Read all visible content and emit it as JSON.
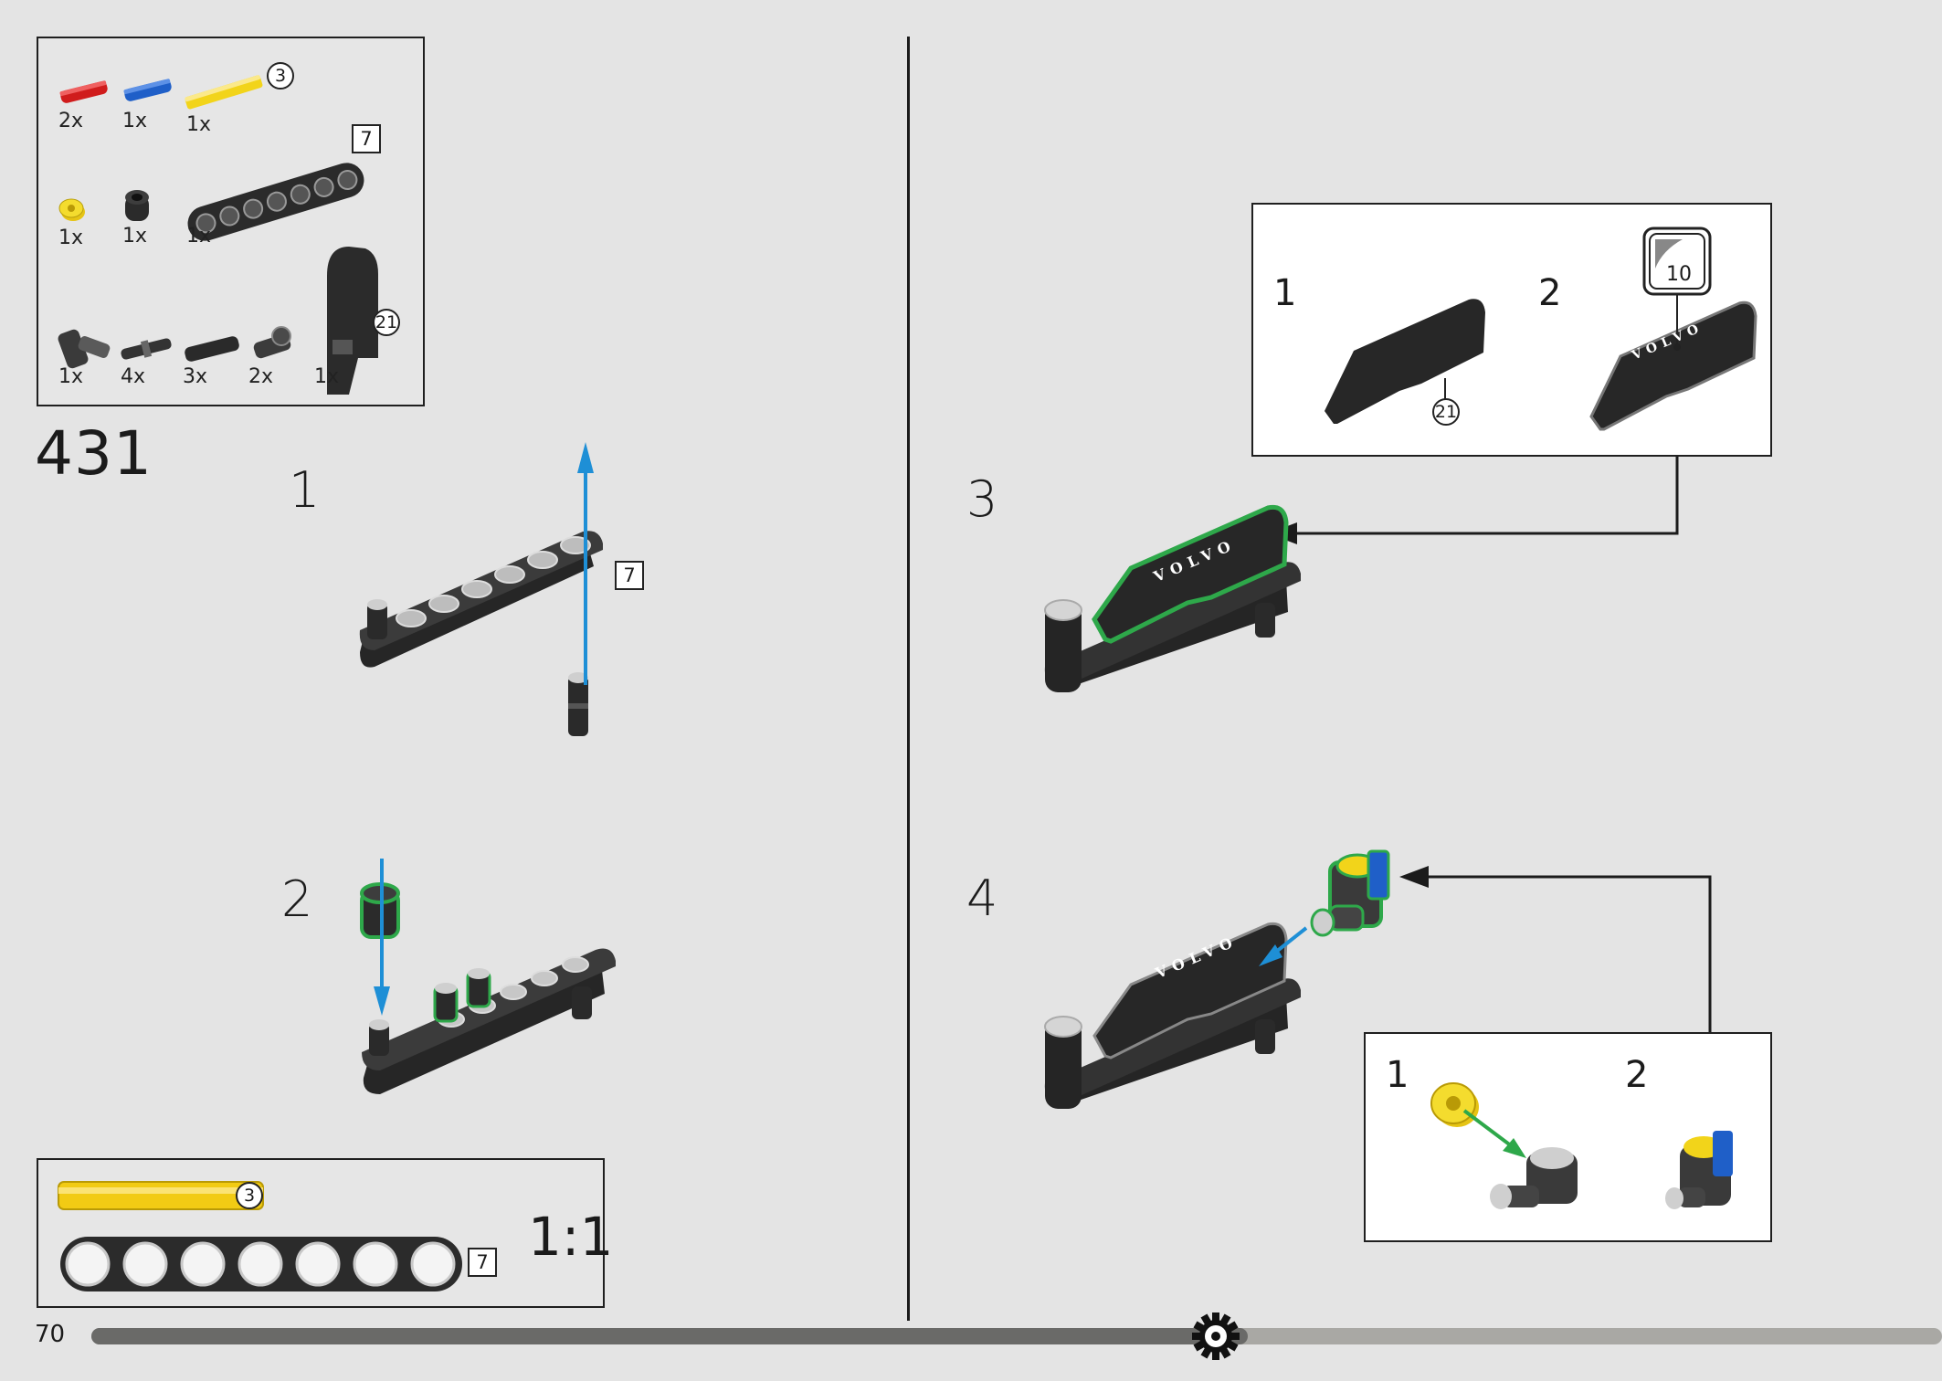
{
  "page": {
    "page_number": "70",
    "progress": 0.625,
    "colors": {
      "background": "#e4e4e4",
      "beam": "#2b2b2b",
      "highlight": "#2ea84a",
      "arrow_blue": "#1e8fd6",
      "progress_dark": "#6a6a68",
      "progress_light": "#a9a8a4"
    }
  },
  "parts_list": {
    "items": [
      {
        "qty": "2x",
        "icon": "red-axle-pin-icon"
      },
      {
        "qty": "1x",
        "icon": "blue-axle-pin-icon"
      },
      {
        "qty": "1x",
        "icon": "yellow-axle-3-icon",
        "callout": "3"
      },
      {
        "qty": "1x",
        "icon": "yellow-bush-icon"
      },
      {
        "qty": "1x",
        "icon": "black-bush-icon"
      },
      {
        "qty": "1x",
        "icon": "black-beam-7-icon",
        "callout": "7"
      },
      {
        "qty": "1x",
        "icon": "axle-connector-icon"
      },
      {
        "qty": "4x",
        "icon": "friction-pin-icon"
      },
      {
        "qty": "3x",
        "icon": "black-pin-icon"
      },
      {
        "qty": "2x",
        "icon": "cross-connector-icon"
      },
      {
        "qty": "1x",
        "icon": "volvo-panel-icon",
        "callout": "21"
      }
    ]
  },
  "main_step": {
    "number": "431"
  },
  "left_substeps": [
    {
      "number": "1",
      "beam_callout": "7"
    },
    {
      "number": "2"
    }
  ],
  "scale_box": {
    "axle_callout": "3",
    "beam_callout": "7",
    "ratio": "1:1"
  },
  "sub_assembly_panel": {
    "step1": {
      "number": "1",
      "callout": "21"
    },
    "step2": {
      "number": "2",
      "sticker": "10",
      "sticker_text": "VOLVO"
    }
  },
  "right_substeps": [
    {
      "number": "3",
      "sticker_text": "VOLVO"
    },
    {
      "number": "4",
      "sticker_text": "VOLVO"
    }
  ],
  "sub_assembly_panel_2": {
    "step1": {
      "number": "1"
    },
    "step2": {
      "number": "2"
    }
  }
}
